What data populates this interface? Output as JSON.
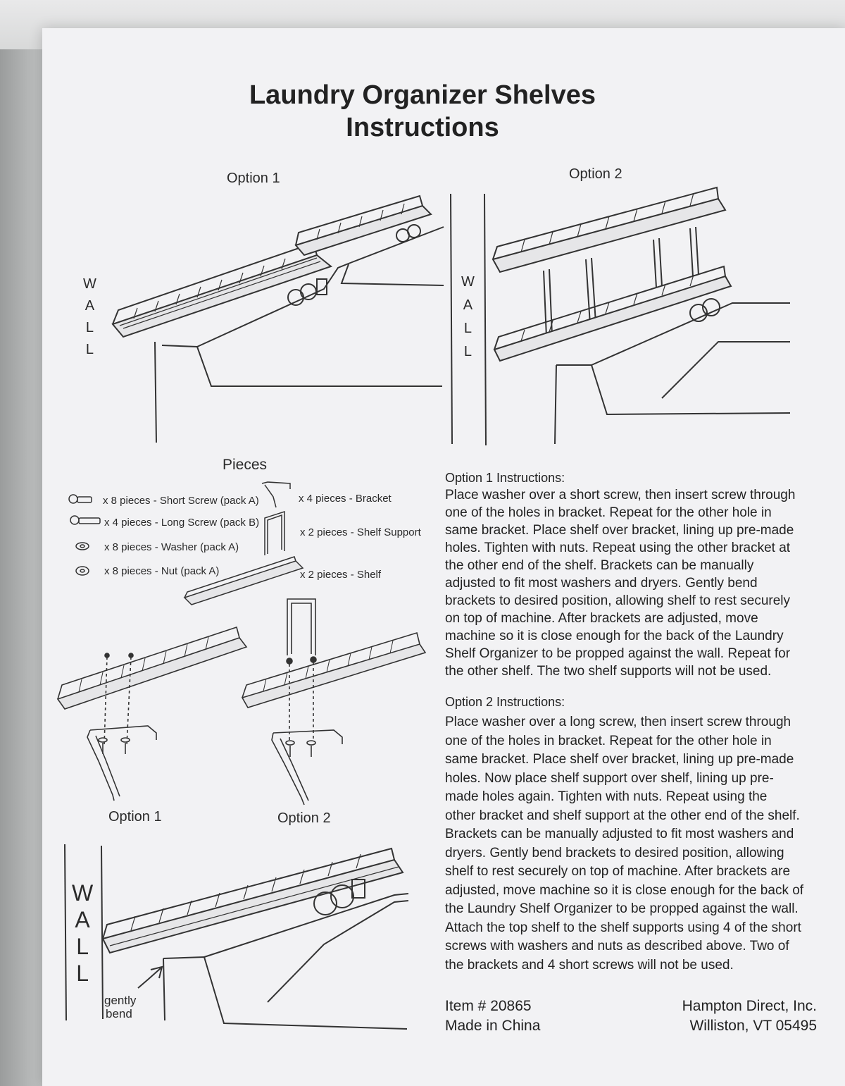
{
  "title": {
    "line1": "Laundry Organizer Shelves",
    "line2": "Instructions"
  },
  "diagram_top": {
    "option1_label": "Option 1",
    "option2_label": "Option 2",
    "wall_letters": [
      "W",
      "A",
      "L",
      "L"
    ]
  },
  "pieces": {
    "heading": "Pieces",
    "items": [
      {
        "text": "x 8 pieces - Short Screw (pack A)",
        "icon": "short-screw-icon"
      },
      {
        "text": "x 4 pieces - Long Screw (pack B)",
        "icon": "long-screw-icon"
      },
      {
        "text": "x 8 pieces - Washer (pack A)",
        "icon": "washer-icon"
      },
      {
        "text": "x 8 pieces - Nut (pack A)",
        "icon": "nut-icon"
      },
      {
        "text": "x 4 pieces - Bracket",
        "icon": "bracket-icon"
      },
      {
        "text": "x 2 pieces - Shelf Support",
        "icon": "shelf-support-icon"
      },
      {
        "text": "x 2 pieces - Shelf",
        "icon": "shelf-icon"
      }
    ]
  },
  "assembly": {
    "option1_label": "Option 1",
    "option2_label": "Option 2"
  },
  "bottom_diagram": {
    "wall_letters": [
      "W",
      "A",
      "L",
      "L"
    ],
    "gently_bend": [
      "gently",
      "bend"
    ]
  },
  "instructions": {
    "option1_heading": "Option 1 Instructions:",
    "option1_lines": [
      "Place washer over a short screw, then insert screw through",
      "one of the holes in bracket.  Repeat for the other hole in",
      "same bracket.  Place shelf over bracket, lining up pre-made",
      "holes.  Tighten with nuts.  Repeat using the other bracket at",
      "the other end of the shelf.  Brackets can be manually",
      "adjusted to fit most washers and dryers.  Gently bend",
      "brackets to desired position, allowing shelf to rest securely",
      "on top of machine.  After brackets are adjusted, move",
      "machine so it is close enough for the back of the Laundry",
      "Shelf Organizer to be propped against the wall.  Repeat for",
      "the other shelf.  The two shelf supports will not be used."
    ],
    "option2_heading": "Option 2 Instructions:",
    "option2_lines": [
      "Place washer over a long screw, then insert screw through",
      "one of the holes in bracket.  Repeat for the other hole in",
      "same bracket.  Place shelf over bracket, lining up pre-made",
      "holes.  Now place shelf support over shelf, lining up pre-",
      "made holes again.  Tighten with nuts.  Repeat using the",
      "other bracket and shelf support at the other end of the shelf.",
      "Brackets can be manually adjusted to fit most washers and",
      "dryers.  Gently bend brackets to desired position, allowing",
      "shelf to rest securely on top of machine.  After brackets are",
      "adjusted, move machine so it is close enough for the back of",
      "the Laundry Shelf Organizer to be propped against the wall.",
      "Attach the top shelf to the shelf supports using 4 of the short",
      "screws with washers and nuts as described above.  Two of",
      "the brackets and 4 short screws will not be used."
    ]
  },
  "footer": {
    "item": "Item # 20865",
    "made_in": "Made in China",
    "company": "Hampton Direct, Inc.",
    "address": "Williston, VT 05495"
  }
}
